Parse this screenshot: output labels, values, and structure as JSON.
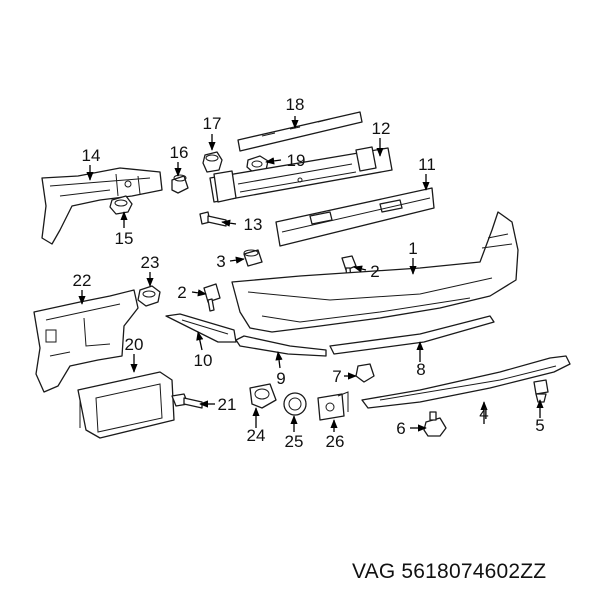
{
  "caption": "VAG 5618074602ZZ",
  "callouts": {
    "n1": "1",
    "n2a": "2",
    "n2b": "2",
    "n3": "3",
    "n4": "4",
    "n5": "5",
    "n6": "6",
    "n7": "7",
    "n8": "8",
    "n9": "9",
    "n10": "10",
    "n11": "11",
    "n12": "12",
    "n13": "13",
    "n14": "14",
    "n15": "15",
    "n16": "16",
    "n17": "17",
    "n18": "18",
    "n19": "19",
    "n20": "20",
    "n21": "21",
    "n22": "22",
    "n23": "23",
    "n24": "24",
    "n25": "25",
    "n26": "26"
  }
}
